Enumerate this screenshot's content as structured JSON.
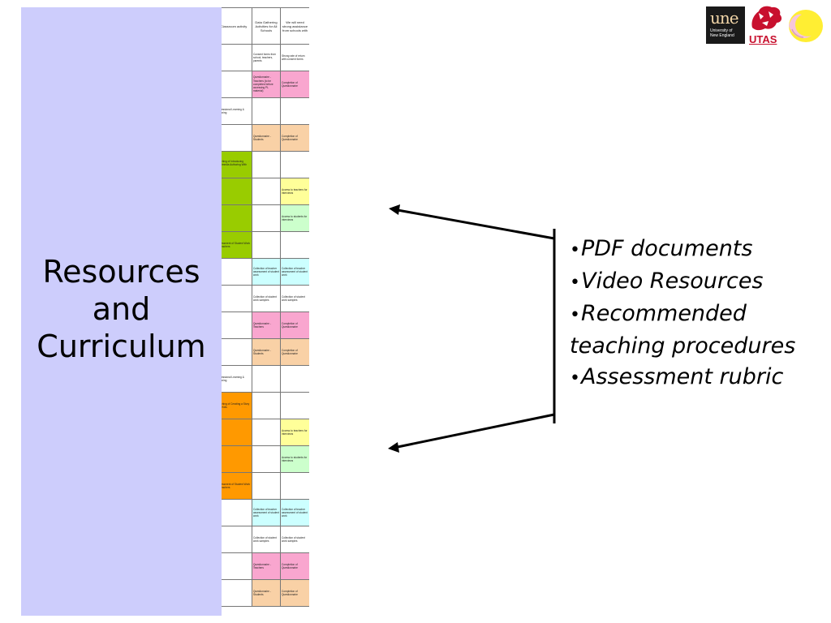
{
  "slide": {
    "side_title_lines": [
      "Resources",
      "and",
      "Curriculum"
    ],
    "bullets": [
      "PDF documents",
      "Video Resources",
      "Recommended teaching procedures",
      "Assessment rubric"
    ],
    "bullet_glyph": "•"
  },
  "logos": {
    "une": {
      "word": "une",
      "sub_line1": "University of",
      "sub_line2": "New England"
    },
    "utas": {
      "word": "UTAS"
    }
  },
  "table": {
    "headers": [
      "Classroom activity",
      "Data Gathering Activities for All Schools",
      "We will need strong assistance from schools with"
    ],
    "rows": [
      {
        "a": "",
        "b": "Consent forms from school, teachers, parents",
        "c": "Strong rate of return with consent forms",
        "bc": "#ffffff",
        "cc": "#ffffff",
        "ac": "#ffffff",
        "h": 33
      },
      {
        "a": "",
        "b": "Questionnaire - Teachers (to be completed before accessing PL material)",
        "c": "Completion of Questionnaire",
        "bc": "#f9a6cf",
        "cc": "#f9a6cf",
        "ac": "#ffffff",
        "h": 33
      },
      {
        "a": "Professional Learning & Planning",
        "b": "",
        "c": "",
        "bc": "#ffffff",
        "cc": "#ffffff",
        "ac": "#ffffff",
        "h": 33
      },
      {
        "a": "",
        "b": "Questionnaire - Students",
        "c": "Completion of Questionnaire",
        "bc": "#f9d1a6",
        "cc": "#f9d1a6",
        "ac": "#ffffff",
        "h": 33
      },
      {
        "a": "Teaching of Introducing Multimedia Authoring With Kids",
        "b": "",
        "c": "",
        "bc": "#ffffff",
        "cc": "#ffffff",
        "ac": "#99cc00",
        "h": 33
      },
      {
        "a": "",
        "b": "",
        "c": "Access to teachers for interviews",
        "bc": "#ffffff",
        "cc": "#ffff99",
        "ac": "#99cc00",
        "h": 33
      },
      {
        "a": "",
        "b": "",
        "c": "Access to students for interviews",
        "bc": "#ffffff",
        "cc": "#ccffcc",
        "ac": "#99cc00",
        "h": 33
      },
      {
        "a": "Assessment of Student Work by teachers",
        "b": "",
        "c": "",
        "bc": "#ffffff",
        "cc": "#ffffff",
        "ac": "#99cc00",
        "h": 33
      },
      {
        "a": "",
        "b": "Collection of teacher assessment of student work",
        "c": "Collection of teacher assessment of student work",
        "bc": "#ccffff",
        "cc": "#ccffff",
        "ac": "#ffffff",
        "h": 33
      },
      {
        "a": "",
        "b": "Collection of student work samples",
        "c": "Collection of student work samples",
        "bc": "#ffffff",
        "cc": "#ffffff",
        "ac": "#ffffff",
        "h": 33
      },
      {
        "a": "",
        "b": "Questionnaire - Teachers",
        "c": "Completion of Questionnaire",
        "bc": "#f9a6cf",
        "cc": "#f9a6cf",
        "ac": "#ffffff",
        "h": 33
      },
      {
        "a": "",
        "b": "Questionnaire - Students",
        "c": "Completion of Questionnaire",
        "bc": "#f9d1a6",
        "cc": "#f9d1a6",
        "ac": "#ffffff",
        "h": 33
      },
      {
        "a": "Professional Learning & Planning",
        "b": "",
        "c": "",
        "bc": "#ffffff",
        "cc": "#ffffff",
        "ac": "#ffffff",
        "h": 33
      },
      {
        "a": "Teaching of Creating a Story with Kids",
        "b": "",
        "c": "",
        "bc": "#ffffff",
        "cc": "#ffffff",
        "ac": "#ff9900",
        "h": 33
      },
      {
        "a": "",
        "b": "",
        "c": "Access to teachers for interviews",
        "bc": "#ffffff",
        "cc": "#ffff99",
        "ac": "#ff9900",
        "h": 33
      },
      {
        "a": "",
        "b": "",
        "c": "Access to students for interviews",
        "bc": "#ffffff",
        "cc": "#ccffcc",
        "ac": "#ff9900",
        "h": 33
      },
      {
        "a": "Assessment of Student Work by teachers",
        "b": "",
        "c": "",
        "bc": "#ffffff",
        "cc": "#ffffff",
        "ac": "#ff9900",
        "h": 33
      },
      {
        "a": "",
        "b": "Collection of teacher assessment of student work",
        "c": "Collection of teacher assessment of student work",
        "bc": "#ccffff",
        "cc": "#ccffff",
        "ac": "#ffffff",
        "h": 33
      },
      {
        "a": "",
        "b": "Collection of student work samples",
        "c": "Collection of student work samples",
        "bc": "#ffffff",
        "cc": "#ffffff",
        "ac": "#ffffff",
        "h": 33
      },
      {
        "a": "",
        "b": "Questionnaire - Teachers",
        "c": "Completion of Questionnaire",
        "bc": "#f9a6cf",
        "cc": "#f9a6cf",
        "ac": "#ffffff",
        "h": 33
      },
      {
        "a": "",
        "b": "Questionnaire - Students",
        "c": "Completion of Questionnaire",
        "bc": "#f9d1a6",
        "cc": "#f9d1a6",
        "ac": "#ffffff",
        "h": 33
      }
    ]
  },
  "colors": {
    "panel": "#cdcdfc",
    "arrow": "#000000"
  }
}
